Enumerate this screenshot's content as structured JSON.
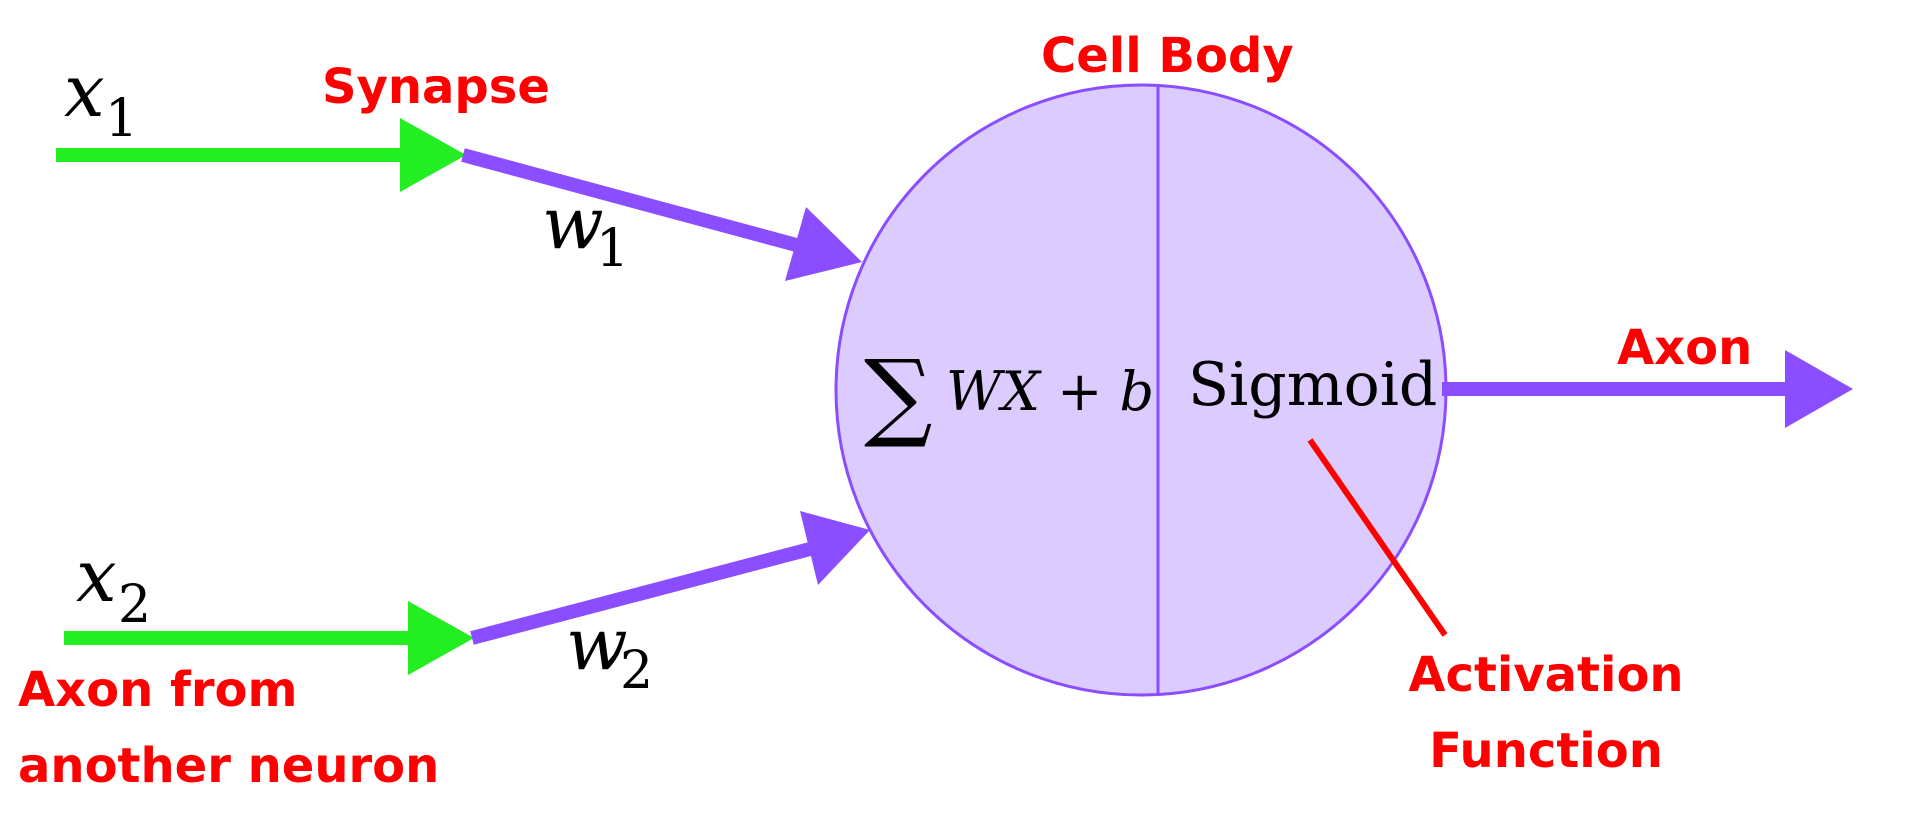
{
  "labels": {
    "synapse": "Synapse",
    "cell_body": "Cell Body",
    "axon": "Axon",
    "axon_from_line1": "Axon from",
    "axon_from_line2": "another neuron",
    "activation_line1": "Activation",
    "activation_line2": "Function"
  },
  "inputs": [
    {
      "var": "x",
      "sub": "1",
      "weight_var": "w",
      "weight_sub": "1"
    },
    {
      "var": "x",
      "sub": "2",
      "weight_var": "w",
      "weight_sub": "2"
    }
  ],
  "cell": {
    "sum_symbol": "∑",
    "sum_expr": "WX + b",
    "activation": "Sigmoid"
  },
  "colors": {
    "input_arrow": "#22ee22",
    "weight_arrow": "#8a4dff",
    "cell_fill": "#dccbff",
    "cell_stroke": "#8a4dff",
    "label": "#ff0000"
  }
}
